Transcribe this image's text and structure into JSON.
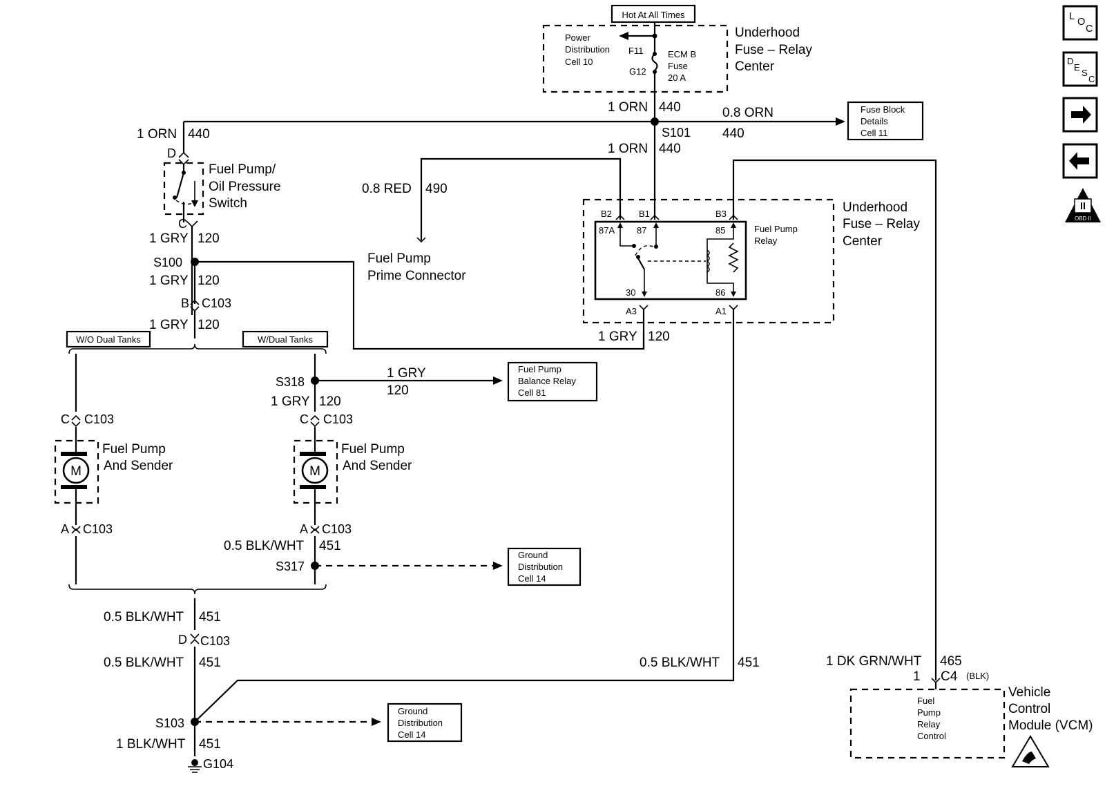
{
  "top": {
    "hot_label": "Hot At All Times",
    "fuse_center_title": [
      "Underhood",
      "Fuse – Relay",
      "Center"
    ],
    "power_distribution": [
      "Power",
      "Distribution",
      "Cell 10"
    ],
    "fuse_pins": {
      "f11": "F11",
      "g12": "G12"
    },
    "fuse_name": [
      "ECM B",
      "Fuse",
      "20 A"
    ]
  },
  "wires": {
    "orn_gauge": "1 ORN",
    "orn_circuit": "440",
    "orn_small_gauge": "0.8 ORN",
    "red_gauge": "0.8 RED",
    "red_circuit": "490",
    "gry_gauge": "1 GRY",
    "gry_circuit": "120",
    "blkwht_gauge": "0.5 BLK/WHT",
    "blkwht_large_gauge": "1 BLK/WHT",
    "blkwht_circuit": "451",
    "dkgrn_gauge": "1 DK GRN/WHT",
    "dkgrn_circuit": "465"
  },
  "splices": {
    "s101": "S101",
    "s100": "S100",
    "s318": "S318",
    "s317": "S317",
    "s103": "S103",
    "g104": "G104"
  },
  "references": {
    "fuse_block": [
      "Fuse Block",
      "Details",
      "Cell 11"
    ],
    "balance_relay": [
      "Fuel Pump",
      "Balance Relay",
      "Cell 81"
    ],
    "ground_dist": [
      "Ground",
      "Distribution",
      "Cell 14"
    ]
  },
  "components": {
    "pressure_switch": [
      "Fuel Pump/",
      "Oil Pressure",
      "Switch"
    ],
    "prime_connector": [
      "Fuel Pump",
      "Prime Connector"
    ],
    "fuel_pump_sender": [
      "Fuel Pump",
      "And Sender"
    ],
    "motor_letter": "M",
    "relay_name": [
      "Fuel Pump",
      "Relay"
    ],
    "vcm": [
      "Vehicle",
      "Control",
      "Module (VCM)"
    ],
    "vcm_function": [
      "Fuel",
      "Pump",
      "Relay",
      "Control"
    ]
  },
  "connectors": {
    "c103": "C103",
    "c4": "C4",
    "c4_color": "(BLK)",
    "pin_d": "D",
    "pin_c": "C",
    "pin_b": "B",
    "pin_a": "A",
    "pin_1": "1"
  },
  "relay_pins": {
    "b2": "B2",
    "b1": "B1",
    "b3": "B3",
    "a3": "A3",
    "a1": "A1",
    "p87a": "87A",
    "p87": "87",
    "p85": "85",
    "p30": "30",
    "p86": "86"
  },
  "variants": {
    "without_dual": "W/O Dual Tanks",
    "with_dual": "W/Dual Tanks"
  },
  "nav": {
    "loc": [
      "L",
      "O",
      "C"
    ],
    "desc": [
      "D",
      "E",
      "S",
      "C"
    ],
    "obd": "OBD II",
    "obd_numeral": "II",
    "next_icon": "arrow-right-icon",
    "prev_icon": "arrow-left-icon"
  }
}
